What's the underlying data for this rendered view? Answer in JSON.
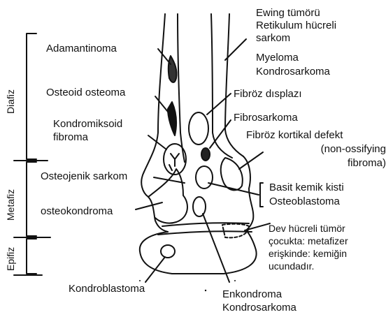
{
  "zones": {
    "diafiz": "Diafiz",
    "metafiz": "Metafiz",
    "epifiz": "Epifiz"
  },
  "labels": {
    "ewing": [
      "Ewing tümörü",
      "Retikulum hücreli",
      "sarkom",
      "Myeloma",
      "Kondrosarkoma"
    ],
    "adamantinoma": "Adamantinoma",
    "osteoid_osteoma": "Osteoid osteoma",
    "kondromiksoid": [
      "Kondromiksoid",
      "fibroma"
    ],
    "fibroz_displazi": "Fibröz dısplazı",
    "fibrosarkoma": "Fibrosarkoma",
    "fibroz_kortikal": [
      "Fibröz kortikal defekt",
      "(non-ossifying",
      "fibroma)"
    ],
    "osteojenik": "Osteojenik sarkom",
    "osteokondroma": "osteokondroma",
    "basit_kemik": [
      "Basit kemik kisti",
      "Osteoblastoma"
    ],
    "dev_hucreli": [
      "Dev hücreli tümör",
      "çocukta: metafizer",
      "erişkinde: kemiğin",
      "ucundadır."
    ],
    "kondroblastoma": "Kondroblastoma",
    "enkondroma": [
      "Enkondroma",
      "Kondrosarkoma"
    ]
  }
}
